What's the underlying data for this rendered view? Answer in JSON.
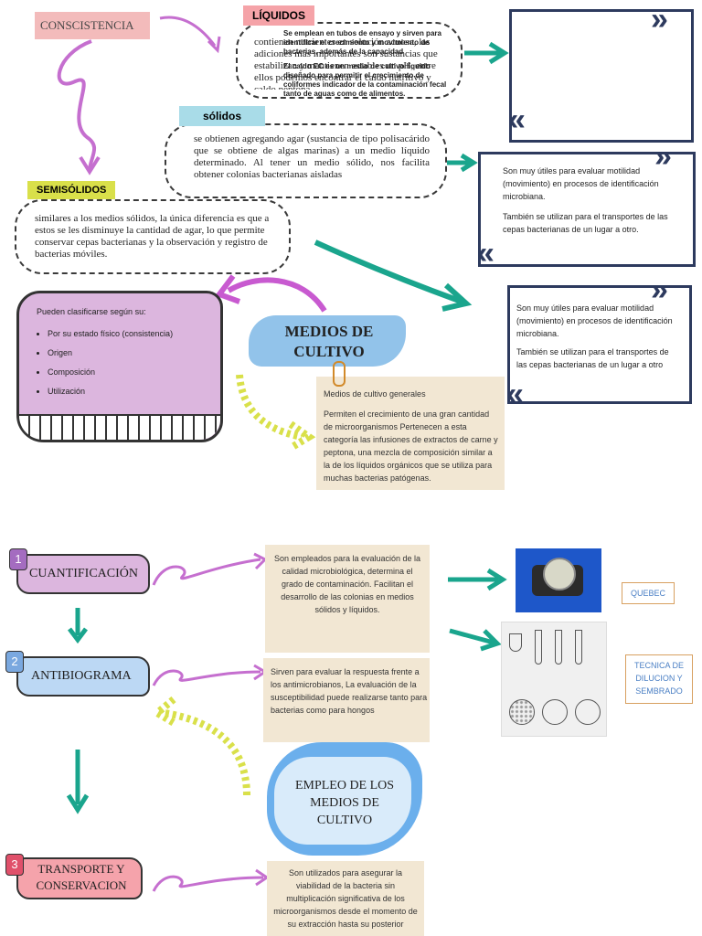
{
  "top": {
    "consistencia_label": "CONSCISTENCIA",
    "liquidos": {
      "tag": "LÍQUIDOS",
      "main_text": "contienen nutrientes en solución acuosa, las adiciones más importantes son sustancias que estabilizan y mantienen estables un pH, entre ellos podemos encontrar el caldo nutritivo y caldo peptona.",
      "overlay_lines": [
        "Se emplean en tubos de ensayo y sirven para",
        "identificar el crecimiento y movimiento de",
        "bacterias, además de la capacidad",
        "El caldo EC es un medio de cultivo líquido",
        "diseñado para permitir el crecimiento de",
        "coliformes indicador de la contaminación fecal",
        "tanto de aguas como de alimentos."
      ]
    },
    "solidos": {
      "tag": "sólidos",
      "text": "se obtienen agregando agar (sustancia de tipo polisacárido que se obtiene de algas marinas) a un medio líquido determinado. Al tener un medio sólido, nos facilita obtener colonias bacterianas aisladas"
    },
    "semisolidos": {
      "tag": "SEMISÓLIDOS",
      "text": "similares a los medios sólidos, la única diferencia es que a estos se les disminuye la cantidad de agar, lo que permite conservar cepas bacterianas y la observación y registro de bacterias móviles."
    },
    "frame2": {
      "p1": "Son muy útiles para evaluar motilidad (movimiento) en procesos de identificación microbiana.",
      "p2": "También se utilizan para el transportes de las cepas bacterianas de un lugar a otro."
    },
    "frame3": {
      "p1": "Son muy útiles para evaluar motilidad (movimiento) en procesos de identificación microbiana.",
      "p2": "También se utilizan para el transportes de las cepas bacterianas de un lugar a otro"
    },
    "clasificacion": {
      "intro": "Pueden clasificarse según su:",
      "items": [
        "Por su estado físico (consistencia)",
        "Origen",
        "Composición",
        "Utilización"
      ]
    },
    "medios_title": "MEDIOS DE CULTIVO",
    "generales": {
      "title": "Medios de cultivo generales",
      "text": "Permiten el crecimiento de una gran cantidad de microorganismos Pertenecen a esta categoría las infusiones de extractos de carne y peptona, una mezcla de composición similar a la de los líquidos orgánicos que se utiliza para muchas bacterias patógenas."
    }
  },
  "bottom": {
    "items": [
      {
        "num": "1",
        "label": "CUANTIFICACIÓN",
        "desc": "Son empleados para la evaluación de la calidad microbiológica, determina el grado de contaminación. Facilitan el desarrollo de las colonias en medios sólidos y líquidos."
      },
      {
        "num": "2",
        "label": "ANTIBIOGRAMA",
        "desc": "Sirven para evaluar la respuesta frente a los antimicrobianos, La evaluación de la susceptibilidad puede realizarse tanto para bacterias como para hongos"
      },
      {
        "num": "3",
        "label": "TRANSPORTE Y CONSERVACION",
        "desc": "Son utilizados para asegurar la viabilidad de la bacteria sin multiplicación significativa de los microorganismos desde el momento de su extracción hasta su posterior"
      }
    ],
    "empleo_title": "EMPLEO DE LOS MEDIOS DE CULTIVO",
    "quebec": "QUEBEC",
    "tecnica": "TECNICA DE DILUCION Y SEMBRADO",
    "colors": {
      "pink": "#d88fd4",
      "teal": "#1aa58d",
      "navy": "#2d3a5e",
      "lime": "#d9e04a",
      "beige": "#f2e7d3"
    }
  }
}
